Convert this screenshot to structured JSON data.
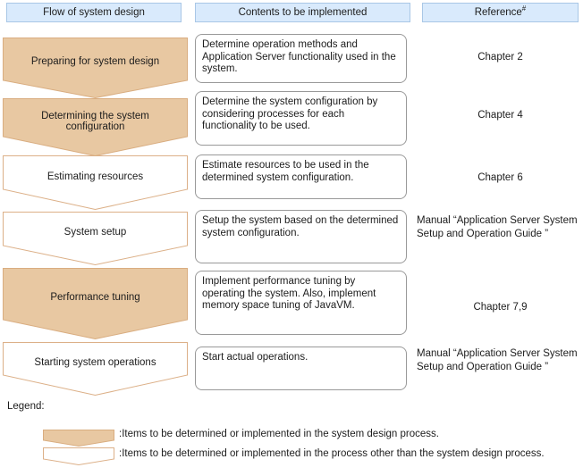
{
  "headers": {
    "flow": "Flow of system design",
    "contents": "Contents to be implemented",
    "reference": "Reference",
    "reference_footnote_marker": "#"
  },
  "rows": [
    {
      "step": "Preparing for system design",
      "step_style": "filled",
      "content": "Determine operation methods and Application Server functionality used in the system.",
      "reference": "Chapter 2"
    },
    {
      "step": "Determining the system configuration",
      "step_style": "filled",
      "content": "Determine the system configuration by considering processes for each functionality to be used.",
      "reference": "Chapter 4"
    },
    {
      "step": "Estimating resources",
      "step_style": "outline",
      "content": "Estimate resources to be used in the determined system configuration.",
      "reference": "Chapter 6"
    },
    {
      "step": "System setup",
      "step_style": "outline",
      "content": "Setup the system based on the determined system configuration.",
      "reference": "Manual “Application Server System Setup and Operation Guide ”"
    },
    {
      "step": "Performance tuning",
      "step_style": "filled",
      "content": "Implement performance tuning by operating the system. Also, implement memory space tuning of JavaVM.",
      "reference": "Chapter 7,9"
    },
    {
      "step": "Starting system operations",
      "step_style": "outline",
      "content": "Start actual operations.",
      "reference": "Manual “Application Server System Setup and Operation Guide ”"
    }
  ],
  "legend": {
    "label": "Legend:",
    "filled_item": ":Items to be determined or implemented in the system design process.",
    "outlined_item": ":Items to be determined or implemented in the process other than the system design process."
  },
  "colors": {
    "header_bg": "#d9eafc",
    "header_border": "#a9c7e6",
    "step_filled": "#e8c8a2",
    "step_stroke": "#dcb088",
    "content_box_border": "#999999",
    "text": "#1c1c1c"
  }
}
